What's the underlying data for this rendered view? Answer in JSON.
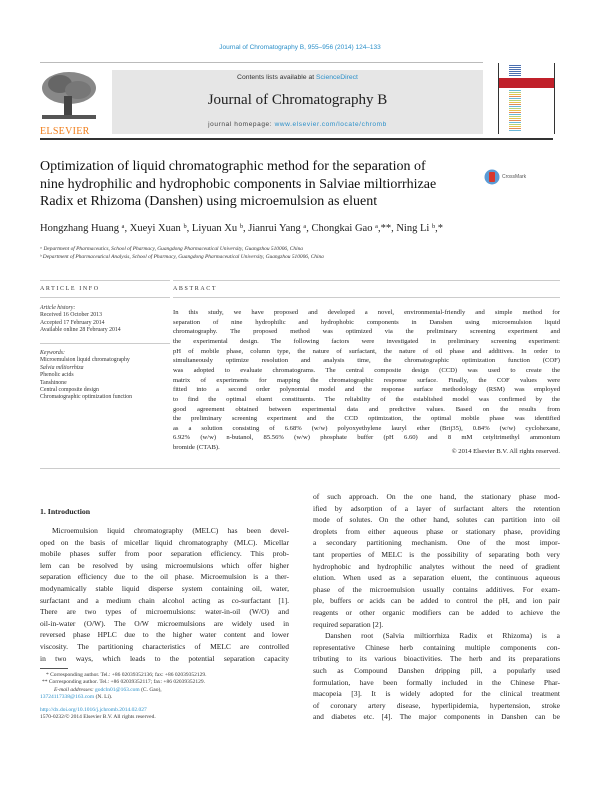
{
  "header": {
    "citation": "Journal of Chromatography B, 955–956 (2014) 124–133",
    "contents_prefix": "Contents lists available at ",
    "contents_link": "ScienceDirect",
    "journal_title": "Journal of Chromatography B",
    "homepage_prefix": "journal homepage: ",
    "homepage_link": "www.elsevier.com/locate/chromb",
    "publisher_logo": "ELSEVIER",
    "crossmark": "CrossMark"
  },
  "article": {
    "title_lines": [
      "Optimization of liquid chromatographic method for the separation of",
      "nine hydrophilic and hydrophobic components in Salviae miltiorrhizae",
      "Radix et Rhizoma (Danshen) using microemulsion as eluent"
    ],
    "authors": "Hongzhang Huang ᵃ, Xueyi Xuan ᵇ, Liyuan Xu ᵇ, Jianrui Yang ᵃ, Chongkai Gao ᵃ,**, Ning Li ᵇ,*",
    "affiliations": [
      "ᵃ Department of Pharmaceutics, School of Pharmacy, Guangdong Pharmaceutical University, Guangzhou 510006, China",
      "ᵇ Department of Pharmaceutical Analysis, School of Pharmacy, Guangdong Pharmaceutical University, Guangzhou 510006, China"
    ]
  },
  "article_info": {
    "heading": "ARTICLE INFO",
    "history_label": "Article history:",
    "history": [
      "Received 16 October 2013",
      "Accepted 17 February 2014",
      "Available online 28 February 2014"
    ],
    "keywords_label": "Keywords:",
    "keywords": [
      "Microemulsion liquid chromatography",
      "Salvia miltiorrhiza",
      "Phenolic acids",
      "Tanshinone",
      "Central composite design",
      "Chromatographic optimization function"
    ]
  },
  "abstract": {
    "heading": "ABSTRACT",
    "lines": [
      "In this study, we have proposed and developed a novel, environmental-friendly and simple method for",
      "separation of nine hydrophilic and hydrophobic components in Danshen using microemulsion liquid",
      "chromatography. The proposed method was optimized via the preliminary screening experiment and",
      "the experimental design. The following factors were investigated in preliminary screening experiment:",
      "pH of mobile phase, column type, the nature of surfactant, the nature of oil phase and additives. In order to",
      "simultaneously optimize resolution and analysis time, the chromatographic optimization function (COF)",
      "was adopted to evaluate chromatograms. The central composite design (CCD) was used to create the",
      "matrix of experiments for mapping the chromatographic response surface. Finally, the COF values were",
      "fitted into a second order polynomial model and the response surface methodology (RSM) was employed",
      "to find the optimal eluent constituents. The reliability of the established model was confirmed by the",
      "good agreement obtained between experimental data and predictive values. Based on the results from",
      "the preliminary screening experiment and the CCD optimization, the optimal mobile phase was identified",
      "as a solution consisting of 6.68% (w/w) polyoxyethylene lauryl ether (Brij35), 0.84% (w/w) cyclohexane,",
      "6.92% (w/w) n-butanol, 85.56% (w/w) phosphate buffer (pH 6.60) and 8 mM cetyltrimethyl ammonium",
      "bromide (CTAB)."
    ],
    "copyright": "© 2014 Elsevier B.V. All rights reserved."
  },
  "intro": {
    "heading": "1. Introduction",
    "left_lines": [
      "Microemulsion liquid chromatography (MELC) has been devel-",
      "oped on the basis of micellar liquid chromatography (MLC). Micellar",
      "mobile phases suffer from poor separation efficiency. This prob-",
      "lem can be resolved by using microemulsions which offer higher",
      "separation efficiency due to the oil phase. Microemulsion is a ther-",
      "modynamically stable liquid disperse system containing oil, water,",
      "surfactant and a medium chain alcohol acting as co-surfactant [1].",
      "There are two types of microemulsions: water-in-oil (W/O) and",
      "oil-in-water (O/W). The O/W microemulsions are widely used in",
      "reversed phase HPLC due to the higher water content and lower",
      "viscosity. The partitioning characteristics of MELC are controlled",
      "in two ways, which leads to the potential separation capacity"
    ],
    "right_lines": [
      "of such approach. On the one hand, the stationary phase mod-",
      "ified by adsorption of a layer of surfactant alters the retention",
      "mode of solutes. On the other hand, solutes can partition into oil",
      "droplets from either aqueous phase or stationary phase, providing",
      "a secondary partitioning mechanism. One of the most impor-",
      "tant properties of MELC is the possibility of separating both very",
      "hydrophobic and hydrophilic analytes without the need of gradient",
      "elution. When used as a separation eluent, the continuous aqueous",
      "phase of the microemulsion usually contains additives. For exam-",
      "ple, buffers or acids can be added to control the pH, and ion pair",
      "reagents or other organic modifiers can be added to achieve the",
      "required separation [2].",
      "Danshen root (Salvia miltiorrhiza Radix et Rhizoma) is a",
      "representative Chinese herb containing multiple components con-",
      "tributing to its various bioactivities. The herb and its preparations",
      "such as Compound Danshen dripping pill, a popularly used",
      "formulation, have been formally included in the Chinese Phar-",
      "macopeia [3]. It is widely adopted for the clinical treatment",
      "of coronary artery disease, hyperlipidemia, hypertension, stroke",
      "and diabetes etc. [4]. The major components in Danshen can be"
    ]
  },
  "footnotes": {
    "corr1": "* Corresponding author. Tel.: +86 02039352136; fax: +86 02039352129.",
    "corr2": "** Corresponding author. Tel.: +86 02039352117; fax: +86 02039352129.",
    "email_label": "E-mail addresses: ",
    "email1": "godcln01@163.com",
    "email1_name": " (C. Gao),",
    "email2": "13724117338@163.com",
    "email2_name": " (N. Li).",
    "doi": "http://dx.doi.org/10.1016/j.jchromb.2014.02.027",
    "issn": "1570-0232/© 2014 Elsevier B.V. All rights reserved."
  },
  "colors": {
    "link": "#2a8fc9",
    "elsevier_orange": "#f07d1a",
    "banner_gray": "#e6e6e6",
    "cover_red": "#c0202a"
  }
}
